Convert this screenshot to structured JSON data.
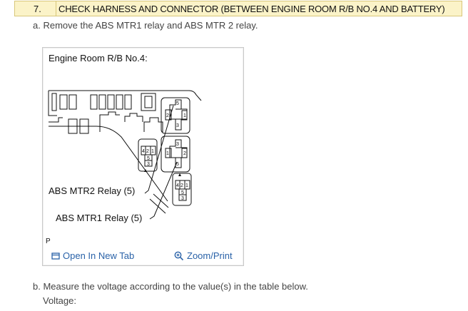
{
  "step": {
    "number": "7.",
    "title": "CHECK HARNESS AND CONNECTOR (BETWEEN ENGINE ROOM R/B NO.4 AND BATTERY)"
  },
  "instructions": {
    "a": "a. Remove the ABS MTR1 relay and ABS MTR 2 relay.",
    "b": "b. Measure the voltage according to the value(s) in the table below.",
    "voltage": "Voltage:"
  },
  "figure": {
    "title": "Engine Room R/B No.4:",
    "label_mtr2": "ABS MTR2 Relay (5)",
    "label_mtr1": "ABS MTR1 Relay (5)",
    "code": "P",
    "open_tab": "Open In New Tab",
    "zoom_print": "Zoom/Print",
    "terminals": {
      "relay1": [
        "5",
        "2",
        "1",
        "3"
      ],
      "relay2": [
        "3",
        "1",
        "2",
        "5"
      ],
      "small_relay": [
        "4",
        "2",
        "1",
        "5",
        "3"
      ]
    }
  },
  "colors": {
    "header_bg": "#fbf3c8",
    "header_border": "#d8c77a",
    "link": "#2a62a8"
  },
  "icons": [
    "new-tab-icon",
    "zoom-icon"
  ]
}
